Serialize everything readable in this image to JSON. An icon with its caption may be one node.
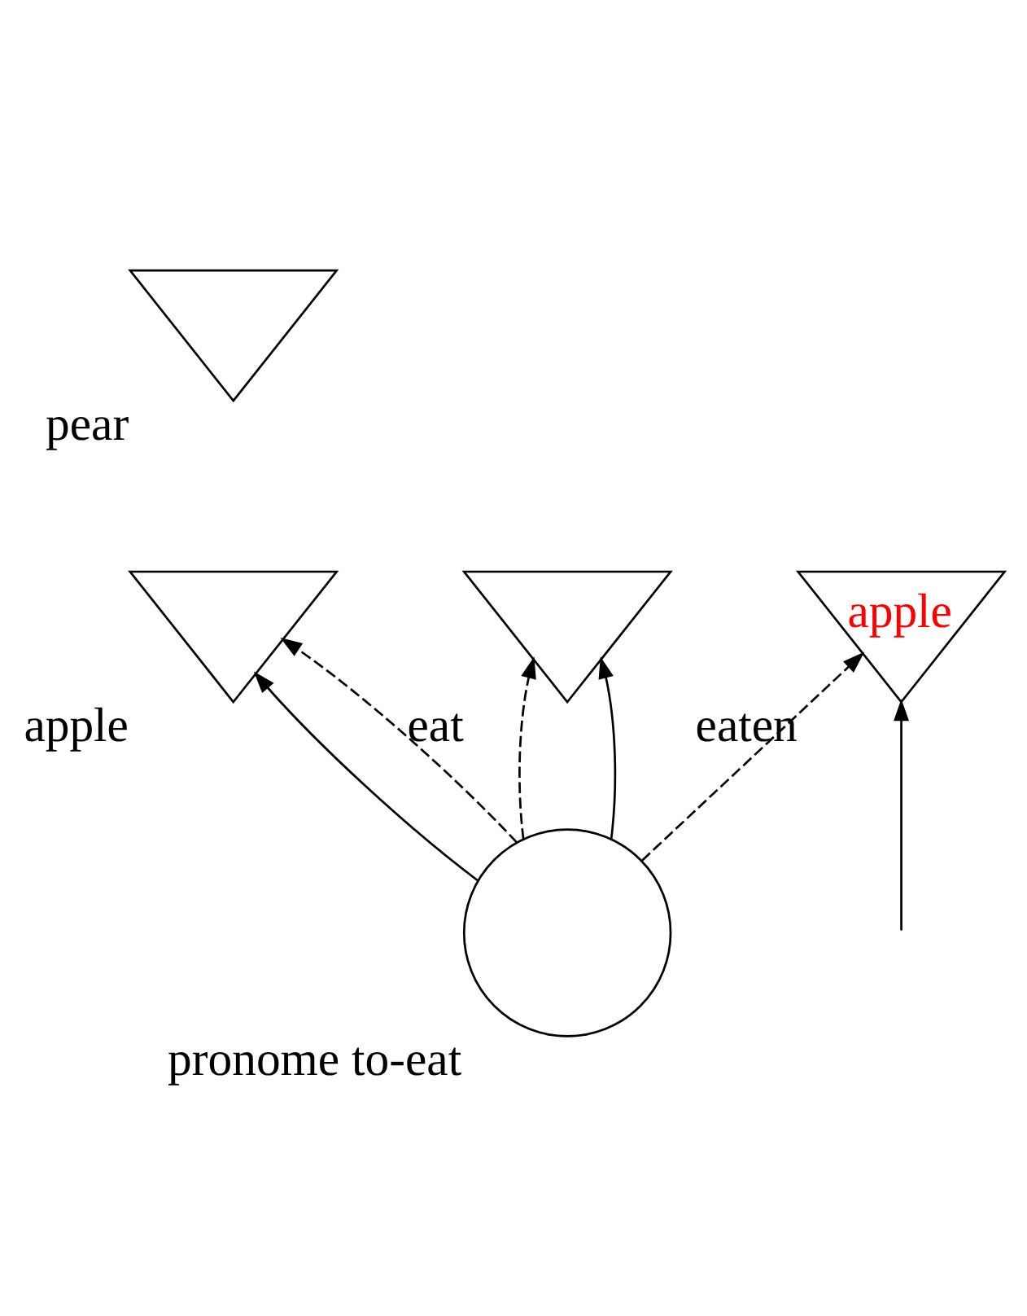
{
  "diagram": {
    "nodes": [
      {
        "text": [
          "pear"
        ]
      },
      {
        "text": [
          "apple"
        ]
      },
      {
        "text": [
          "eat"
        ]
      },
      {
        "text": [
          "pronome to-eat"
        ]
      },
      {
        "text": [
          "eaten",
          "apple"
        ]
      }
    ],
    "edges": [
      {
        "from": 3,
        "to": 1,
        "arrow": "to"
      },
      {
        "from": 3,
        "to": 1,
        "arrow": "to",
        "style": "dashed"
      },
      {
        "from": 3,
        "to": 2,
        "arrow": "to",
        "style": "dashed"
      },
      {
        "from": 3,
        "to": 2,
        "arrow": "to"
      },
      {
        "from": 3,
        "to": 4,
        "arrow": "to",
        "style": "dashed"
      },
      {
        "from": null,
        "to": 4,
        "arrow": "to"
      }
    ]
  }
}
